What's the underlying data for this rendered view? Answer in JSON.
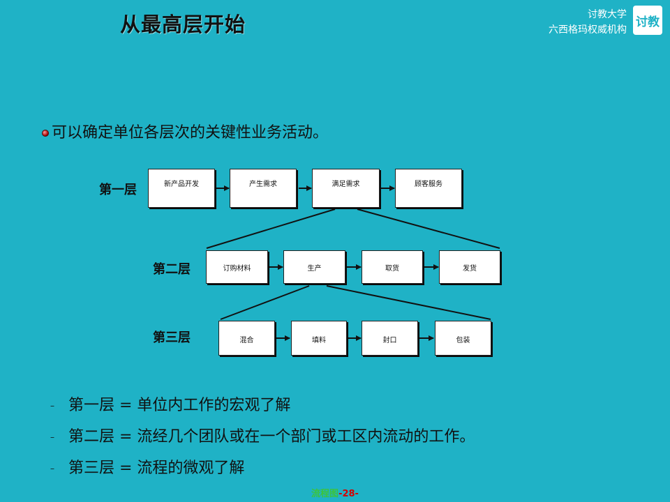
{
  "slide": {
    "title": "从最高层开始",
    "brand_line1": "讨教大学",
    "brand_line2": "六西格玛权威机构",
    "logo_text": "讨教",
    "bullet": "可以确定单位各层次的关键性业务活动。",
    "footer_label": "流程图",
    "footer_page": "-28-"
  },
  "diagram": {
    "levels": [
      {
        "label": "第一层",
        "steps": [
          "新产品开发",
          "产生需求",
          "满足需求",
          "顾客服务"
        ]
      },
      {
        "label": "第二层",
        "steps": [
          "订购材料",
          "生产",
          "取货",
          "发货"
        ]
      },
      {
        "label": "第三层",
        "steps": [
          "混合",
          "填料",
          "封口",
          "包装"
        ]
      }
    ]
  },
  "notes": [
    "第一层 = 单位内工作的宏观了解",
    "第二层 = 流经几个团队或在一个部门或工区内流动的工作。",
    "第三层 = 流程的微观了解"
  ],
  "colors": {
    "background": "#1fb2c6",
    "box_fill": "#ffffff",
    "footer_green": "#3cc43c",
    "footer_red": "#d40000"
  }
}
